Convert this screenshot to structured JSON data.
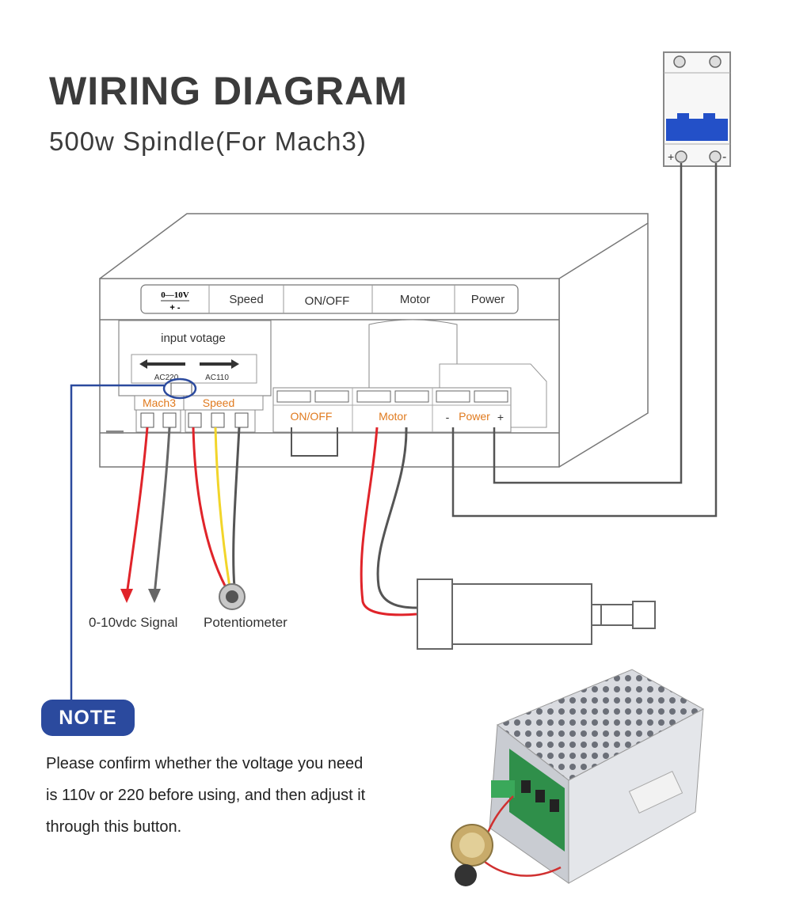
{
  "title": "WIRING DIAGRAM",
  "subtitle": "500w Spindle(For Mach3)",
  "panel": {
    "top_labels": {
      "range_voltage": "0—10V",
      "range_polarity": "+  -",
      "speed": "Speed",
      "on_off": "ON/OFF",
      "motor": "Motor",
      "power": "Power"
    },
    "input_voltage_label": "input votage",
    "ac220": "AC220",
    "ac110": "AC110",
    "terminals": {
      "mach3": "Mach3",
      "speed": "Speed",
      "on_off": "ON/OFF",
      "motor": "Motor",
      "power": "Power",
      "power_minus": "-",
      "power_plus": "+"
    }
  },
  "breaker": {
    "plus": "+",
    "minus": "-"
  },
  "outputs": {
    "signal": "0-10vdc Signal",
    "potentiometer": "Potentiometer"
  },
  "note": {
    "badge": "NOTE",
    "text": "Please confirm whether the voltage you need is 110v or 220 before using, and then adjust it through this button."
  },
  "colors": {
    "wire_red": "#e0242a",
    "wire_yellow": "#f2d52a",
    "wire_gray": "#555555",
    "wire_blue": "#2b4a9e",
    "label_orange": "#e07a1e",
    "breaker_blue": "#2350c8"
  }
}
